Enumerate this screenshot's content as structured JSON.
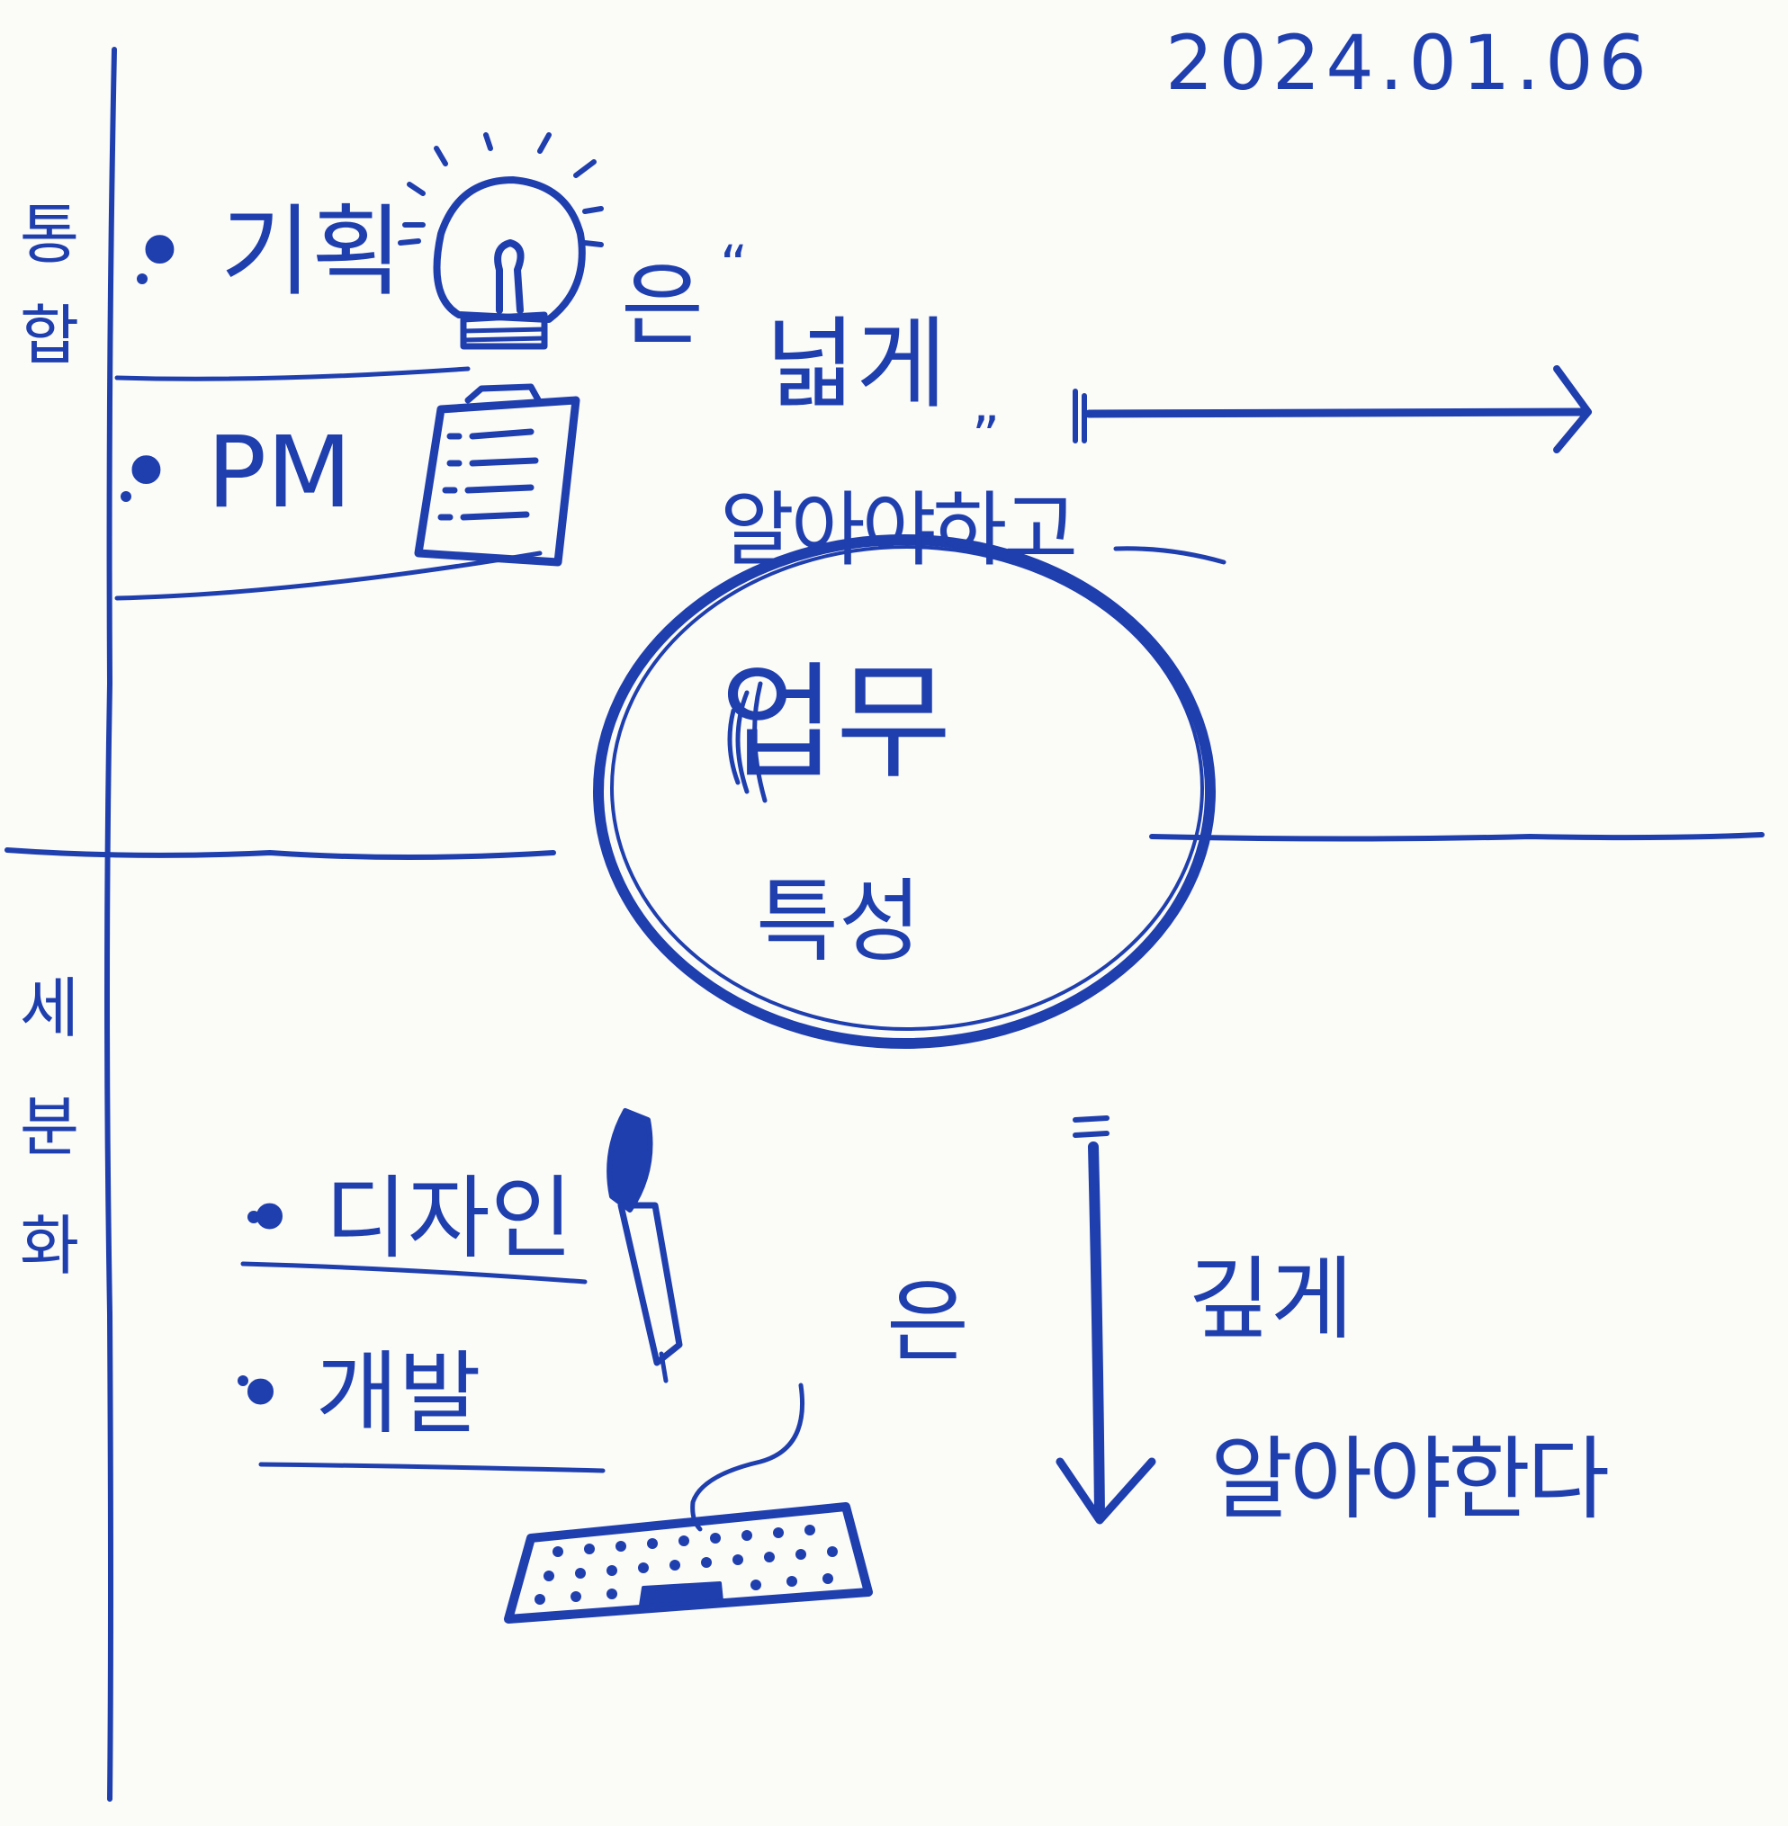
{
  "date": "2024.01.06",
  "top_axis": {
    "label": "통합",
    "chars": [
      "통",
      "합"
    ]
  },
  "bottom_axis": {
    "label": "세분화",
    "chars": [
      "세",
      "분",
      "화"
    ]
  },
  "top_items": [
    {
      "label": "• 기획",
      "icon": "lightbulb-icon"
    },
    {
      "label": "• PM",
      "icon": "clipboard-icon"
    }
  ],
  "top_particle": "은",
  "top_quote_open": "“",
  "top_word": "넓게",
  "top_quote_close": "”",
  "top_phrase": "알아야하고",
  "center_line1": "업무",
  "center_line2": "특성",
  "bottom_items": [
    {
      "label": "• 디자인",
      "icon": "pen-icon"
    },
    {
      "label": "• 개발",
      "icon": "keyboard-icon"
    }
  ],
  "bottom_particle": "은",
  "bottom_word": "깊게",
  "bottom_phrase": "알아야한다",
  "ink_color": "#1f3fae"
}
